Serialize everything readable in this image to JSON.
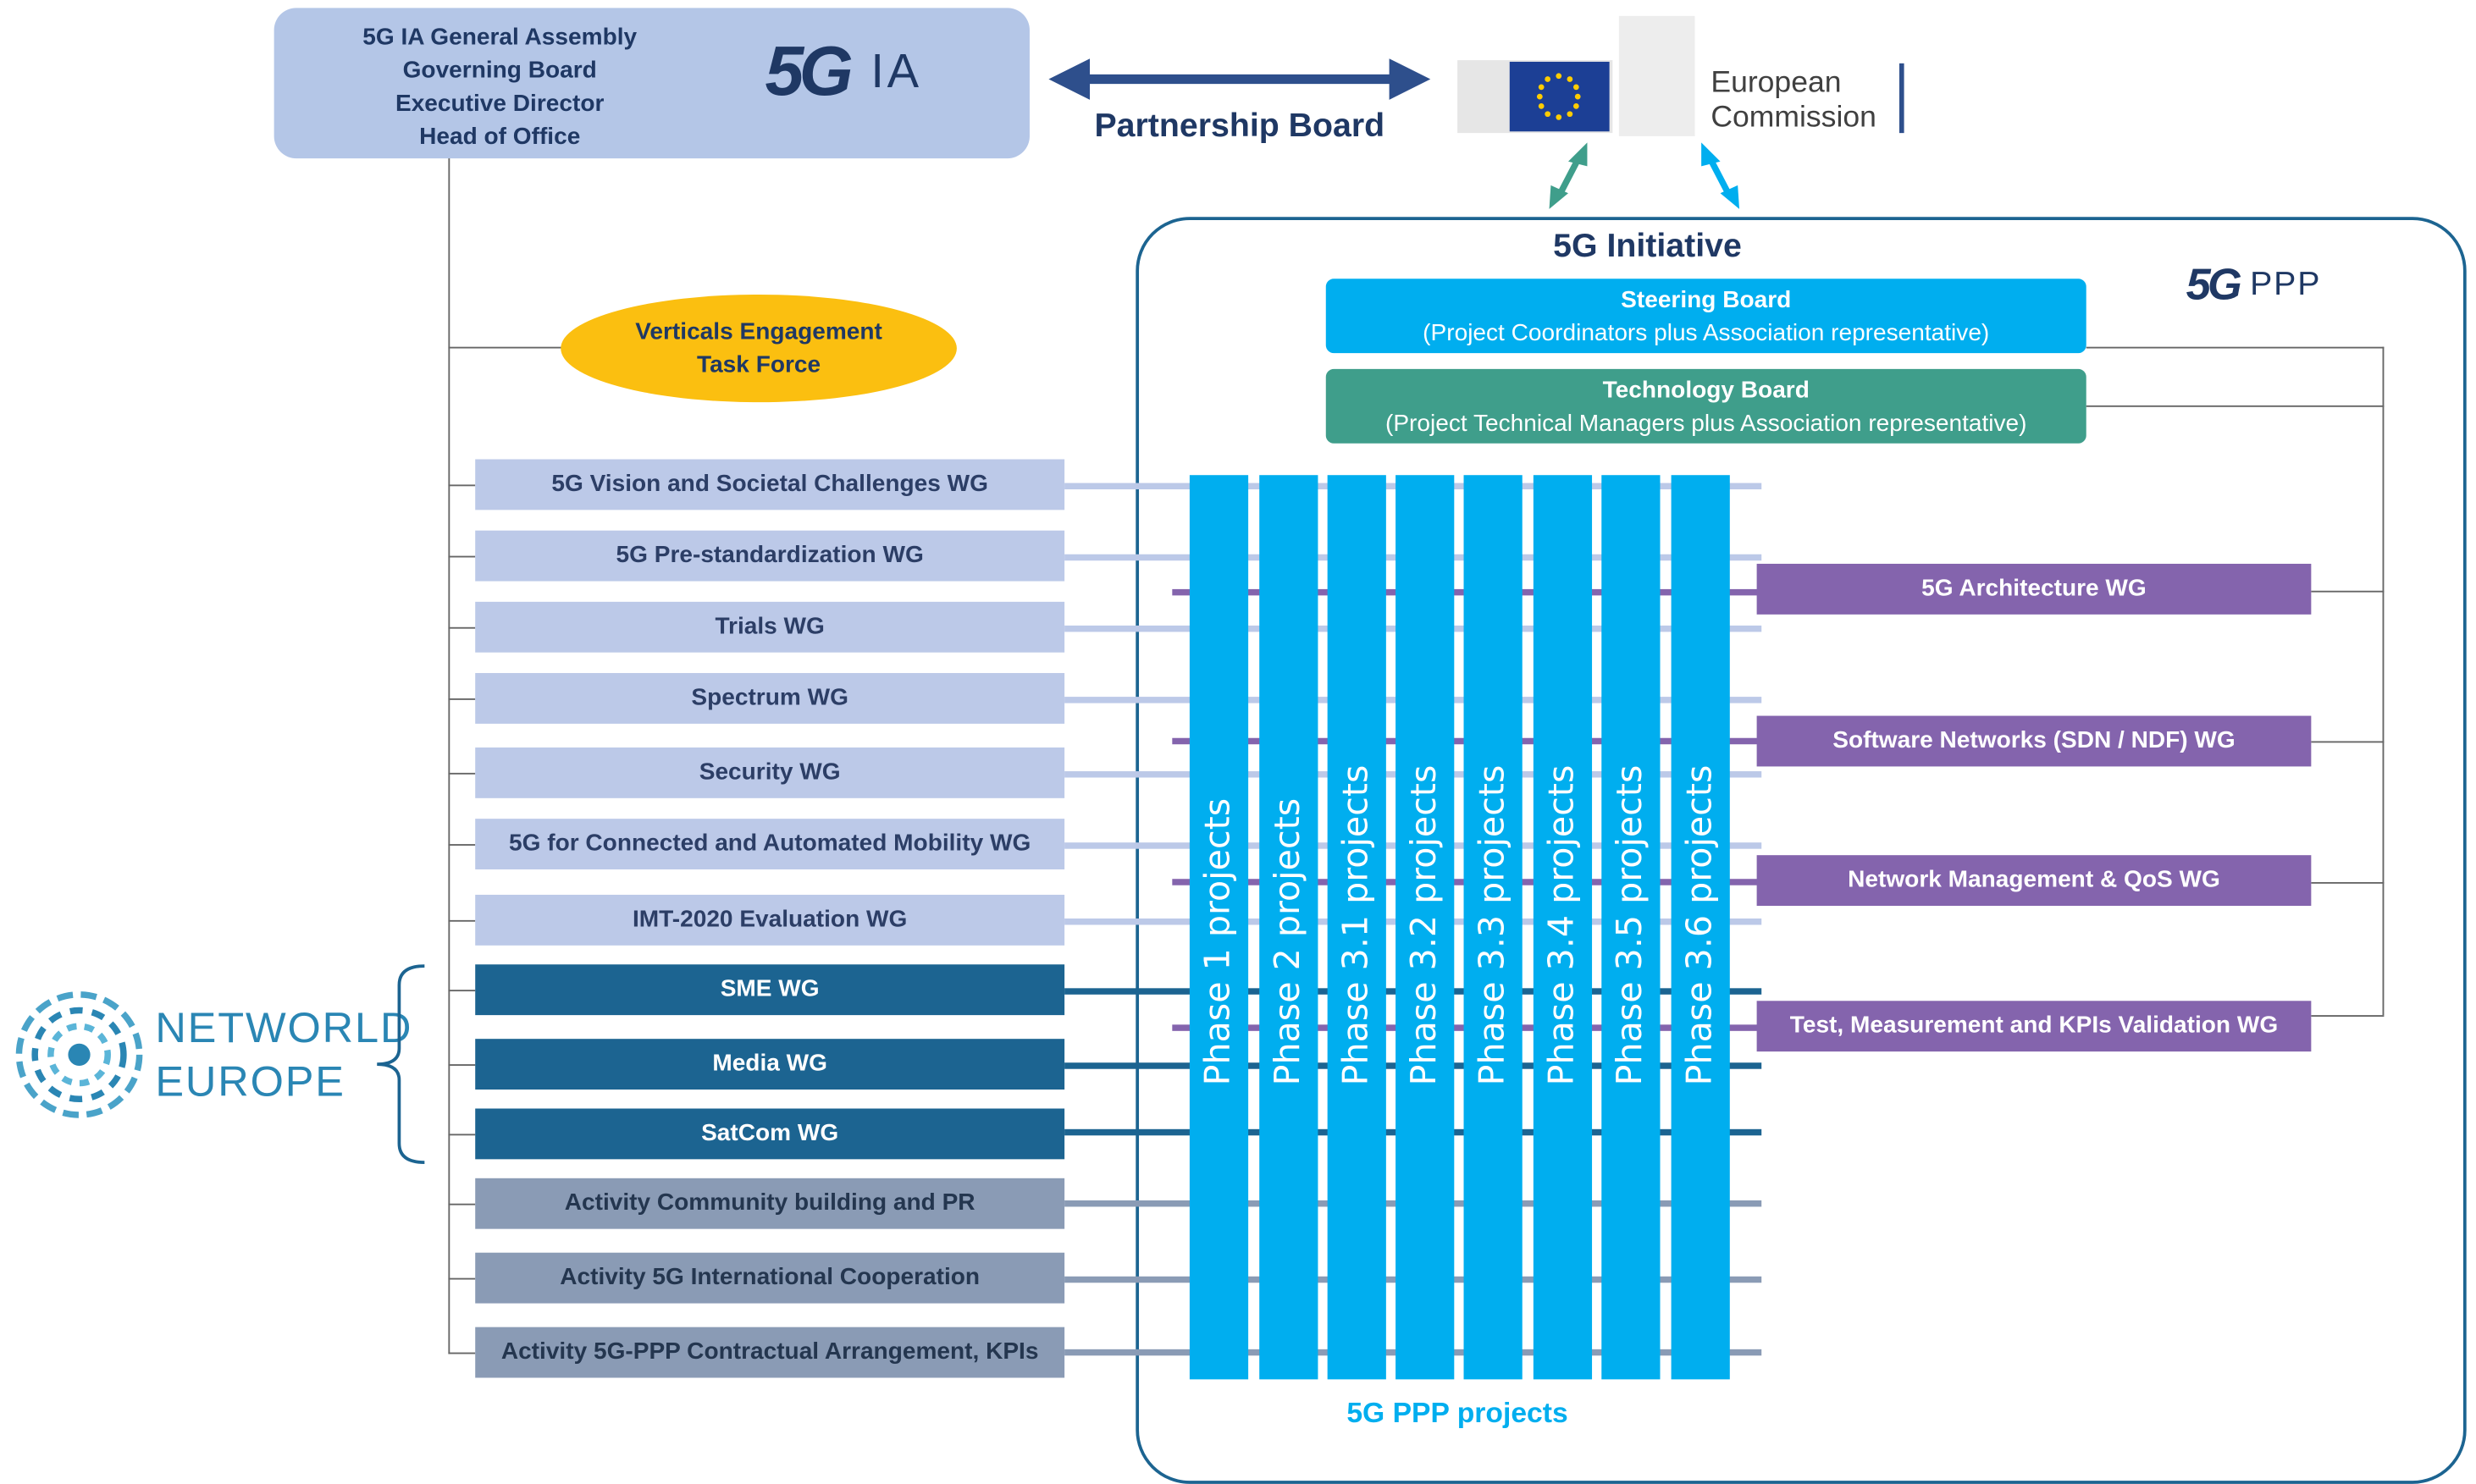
{
  "association": {
    "lines": [
      "5G IA General Assembly",
      "Governing Board",
      "Executive Director",
      "Head of Office"
    ],
    "logo_mark": "5G",
    "logo_text": "IA"
  },
  "partnership_board": "Partnership Board",
  "european_commission": {
    "line1": "European",
    "line2": "Commission"
  },
  "initiative": {
    "title": "5G Initiative",
    "logo_mark": "5G",
    "logo_text": "PPP",
    "steering_board": {
      "title": "Steering Board",
      "subtitle": "(Project Coordinators plus Association representative)"
    },
    "technology_board": {
      "title": "Technology Board",
      "subtitle": "(Project Technical Managers plus Association representative)"
    },
    "projects_label": "5G PPP projects",
    "phases": [
      "Phase 1 projects",
      "Phase 2 projects",
      "Phase 3.1 projects",
      "Phase 3.2 projects",
      "Phase 3.3 projects",
      "Phase 3.4 projects",
      "Phase 3.5 projects",
      "Phase 3.6 projects"
    ]
  },
  "verticals_task_force": {
    "line1": "Verticals Engagement",
    "line2": "Task Force"
  },
  "working_groups": [
    "5G Vision and Societal Challenges WG",
    "5G Pre-standardization WG",
    "Trials WG",
    "Spectrum WG",
    "Security WG",
    "5G for Connected and Automated Mobility  WG",
    "IMT-2020 Evaluation WG",
    "SME WG",
    "Media WG",
    "SatCom WG",
    "Activity Community building and PR",
    "Activity 5G International Cooperation",
    "Activity 5G-PPP Contractual Arrangement, KPIs"
  ],
  "right_working_groups": [
    "5G Architecture WG",
    "Software Networks (SDN / NDF) WG",
    "Network Management & QoS WG",
    "Test, Measurement and KPIs Validation WG"
  ],
  "networld": {
    "line1": "NETWORLD",
    "line2": "EUROPE"
  },
  "colors": {
    "association_box": "#b4c6e7",
    "navy": "#1f3864",
    "cyan": "#00aeef",
    "teal": "#3f9e8b",
    "purple": "#8464ad",
    "gold": "#fbbf10",
    "wg_light": "#bcc9e8",
    "wg_dark": "#1c6491",
    "wg_activity": "#8a9bb5"
  }
}
